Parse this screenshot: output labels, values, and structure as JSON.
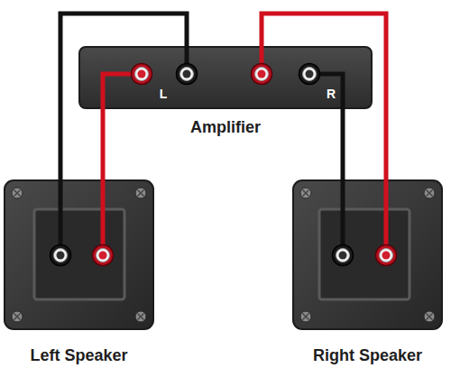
{
  "diagram": {
    "nodes": [
      {
        "text": [
          "Amplifier"
        ]
      },
      {
        "text": [
          "Left Speaker"
        ]
      },
      {
        "text": [
          "Right Speaker"
        ]
      }
    ],
    "edges": [
      {
        "from": 0,
        "to": 1,
        "arrow": "none"
      },
      {
        "from": 0,
        "to": 1,
        "arrow": "none"
      },
      {
        "from": 0,
        "to": 2,
        "arrow": "none"
      },
      {
        "from": 0,
        "to": 2,
        "arrow": "none"
      }
    ],
    "labels": [
      "L",
      "R"
    ]
  }
}
